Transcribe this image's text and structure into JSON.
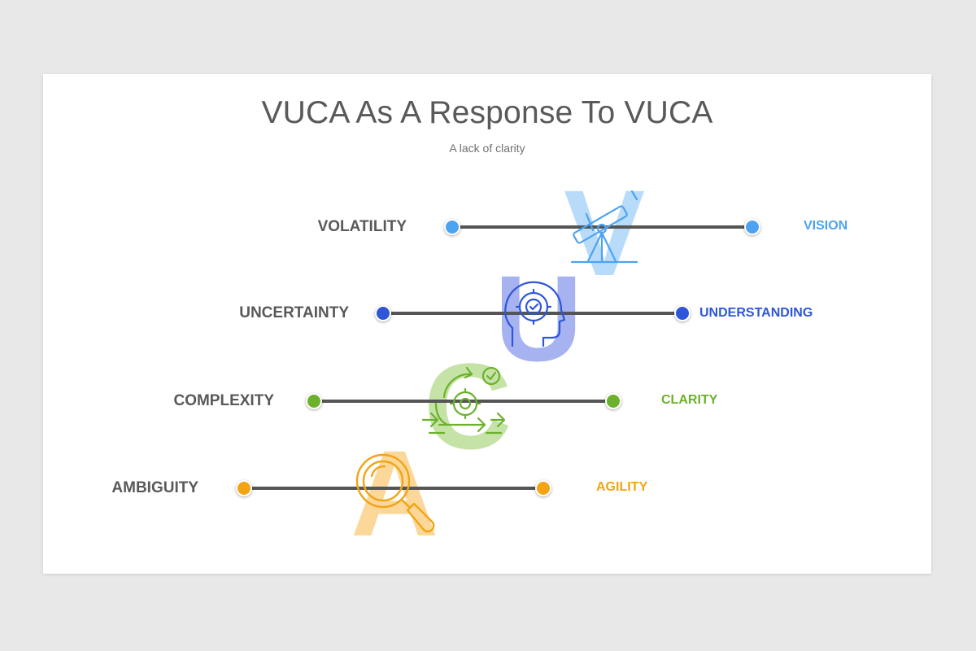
{
  "title": "VUCA As A Response To VUCA",
  "subtitle": "A lack of clarity",
  "rows": [
    {
      "left": "VOLATILITY",
      "right": "VISION",
      "letter": "V",
      "icon": "telescope-icon",
      "color": "#4da3f0",
      "letter_color": "#b9dbfa"
    },
    {
      "left": "UNCERTAINTY",
      "right": "UNDERSTANDING",
      "letter": "U",
      "icon": "head-gear-icon",
      "color": "#2e56d8",
      "letter_color": "#a7b3f1"
    },
    {
      "left": "COMPLEXITY",
      "right": "CLARITY",
      "letter": "C",
      "icon": "gear-cycle-icon",
      "color": "#6cb12c",
      "letter_color": "#c6e3a7"
    },
    {
      "left": "AMBIGUITY",
      "right": "AGILITY",
      "letter": "A",
      "icon": "magnifier-icon",
      "color": "#f2a414",
      "letter_color": "#fbd89a"
    }
  ]
}
